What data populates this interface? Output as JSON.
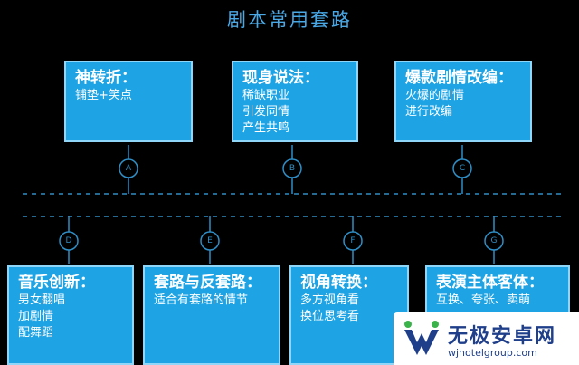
{
  "title": "剧本常用套路",
  "top_cards": [
    {
      "heading": "神转折：",
      "lines": [
        "铺垫+笑点"
      ],
      "marker": "A"
    },
    {
      "heading": "现身说法：",
      "lines": [
        "稀缺职业",
        "引发同情",
        "产生共鸣"
      ],
      "marker": "B"
    },
    {
      "heading": "爆款剧情改编：",
      "lines": [
        "火爆的剧情",
        "进行改编"
      ],
      "marker": "C"
    }
  ],
  "bottom_cards": [
    {
      "heading": "音乐创新：",
      "lines": [
        "男女翻唱",
        "加剧情",
        "配舞蹈"
      ],
      "marker": "D"
    },
    {
      "heading": "套路与反套路：",
      "lines": [
        "适合有套路的情节"
      ],
      "marker": "E"
    },
    {
      "heading": "视角转换：",
      "lines": [
        "多方视角看",
        "换位思考看"
      ],
      "marker": "F"
    },
    {
      "heading": "表演主体客体：",
      "lines": [
        "互换、夸张、卖萌"
      ],
      "marker": "G"
    }
  ],
  "watermark": {
    "name": "无极安卓网",
    "url": "wjhotelgroup.com"
  },
  "colors": {
    "card_fill": "#1ea3e4",
    "card_border": "#8fd6f8",
    "line": "#2f8ec6",
    "title": "#4aa8e6"
  }
}
